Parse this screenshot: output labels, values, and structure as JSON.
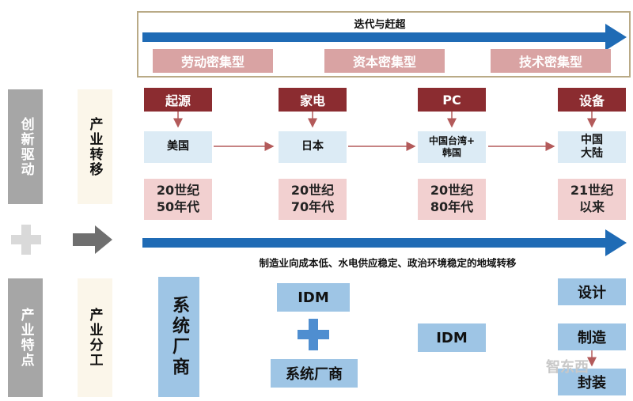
{
  "top_banner": {
    "arrow_label": "迭代与赶超",
    "types": [
      "劳动密集型",
      "资本密集型",
      "技术密集型"
    ]
  },
  "left_labels": {
    "innovation": "创新驱动",
    "transfer": "产业转移",
    "feature": "产业特点",
    "division": "产业分工"
  },
  "stages": [
    {
      "product": "起源",
      "region": "美国",
      "era": "20世纪\n50年代"
    },
    {
      "product": "家电",
      "region": "日本",
      "era": "20世纪\n70年代"
    },
    {
      "product": "PC",
      "region": "中国台湾+\n韩国",
      "era": "20世纪\n80年代"
    },
    {
      "product": "设备",
      "region": "中国\n大陆",
      "era": "21世纪\n以来"
    }
  ],
  "middle_arrow_label": "制造业向成本低、水电供应稳定、政治环境稳定的地域转移",
  "division": {
    "stage1": "系统厂商",
    "stage2_top": "IDM",
    "stage2_bottom": "系统厂商",
    "stage3": "IDM",
    "stage4": [
      "设计",
      "制造",
      "封装"
    ]
  },
  "watermark": "智东西"
}
